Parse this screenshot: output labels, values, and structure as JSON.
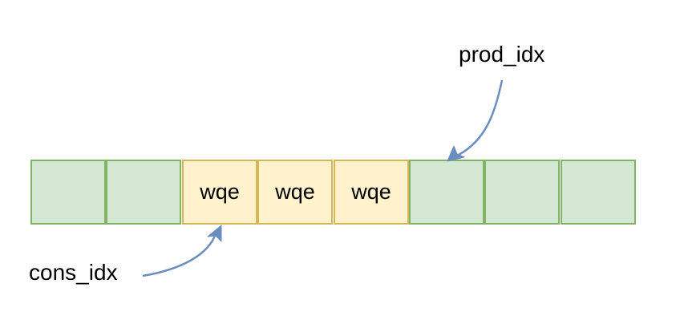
{
  "diagram": {
    "cells": [
      {
        "kind": "free",
        "text": ""
      },
      {
        "kind": "free",
        "text": ""
      },
      {
        "kind": "wqe",
        "text": "wqe"
      },
      {
        "kind": "wqe",
        "text": "wqe"
      },
      {
        "kind": "wqe",
        "text": "wqe"
      },
      {
        "kind": "free",
        "text": ""
      },
      {
        "kind": "free",
        "text": ""
      },
      {
        "kind": "free",
        "text": ""
      }
    ],
    "labels": {
      "prod_idx": "prod_idx",
      "cons_idx": "cons_idx"
    },
    "colors": {
      "free_fill": "#d5e8d4",
      "free_border": "#82b366",
      "wqe_fill": "#fff2cc",
      "wqe_border": "#d6b656",
      "arrow": "#6c8ebf"
    }
  }
}
